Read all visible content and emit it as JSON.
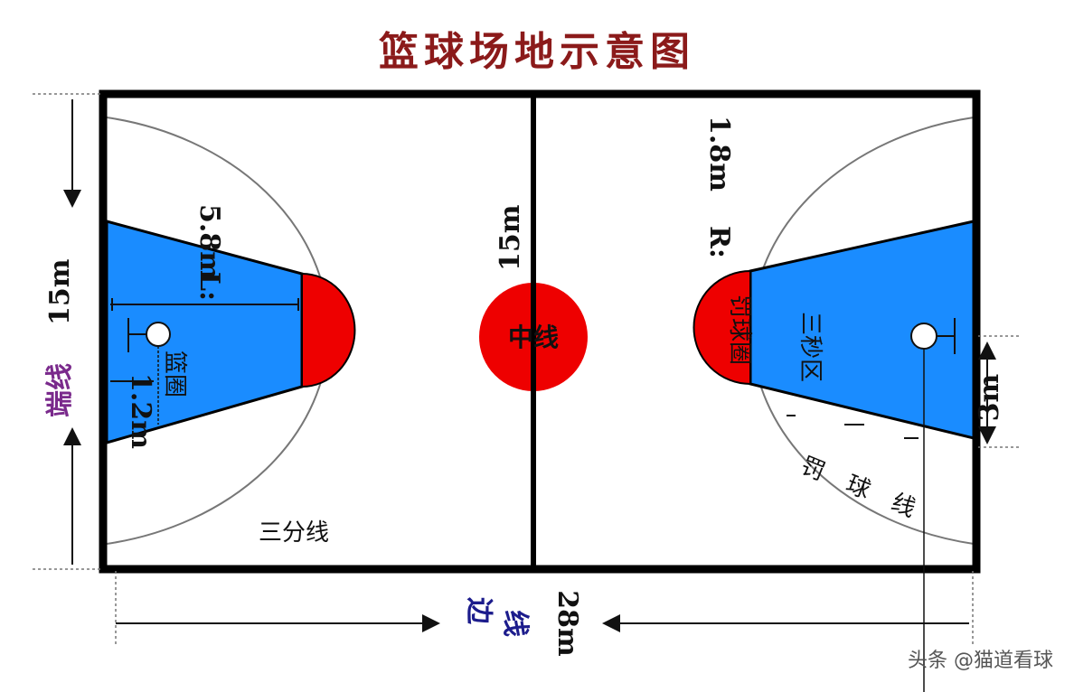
{
  "title": "篮球场地示意图",
  "labels": {
    "endline": "端线",
    "endline_length": "15m",
    "center_length": "15m",
    "sideline_top": "边",
    "sideline_bottom": "线",
    "sideline_length": "28m",
    "center_line": "中线",
    "three_point_line": "三分线",
    "three_second_area": "三秒区",
    "free_throw_line": "罚球线",
    "free_throw_circle": "罚球圈",
    "basket": "篮圈",
    "radius_label": "R:",
    "radius_value": "1.8m",
    "key_top_length": "5.8m",
    "key_length_prefix": "L:",
    "backboard_offset": "1.2m",
    "board_width": "3m"
  },
  "colors": {
    "title": "#8b1a1a",
    "paint": "#1a8cff",
    "circle": "#ee0000",
    "court_line": "#000000",
    "endline_label": "#7a2a8c",
    "sideline_label": "#1c1c8c"
  },
  "watermark": "头条 @猫道看球"
}
